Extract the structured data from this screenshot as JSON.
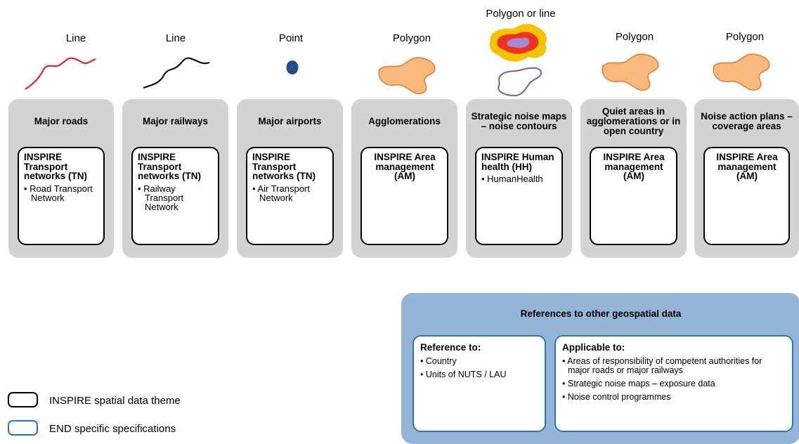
{
  "geometry_labels": {
    "line1": "Line",
    "line2": "Line",
    "point": "Point",
    "polygon1": "Polygon",
    "polygon_or_line": "Polygon or line",
    "polygon2": "Polygon",
    "polygon3": "Polygon"
  },
  "colors": {
    "card_bg": "#d3d3d3",
    "road_line": "#e8202a",
    "railway_line": "#111111",
    "airport_point": "#1f4e8c",
    "polygon_fill": "#fcb97d",
    "polygon_stroke": "#e07a2e",
    "contour_outer": "#f5c400",
    "contour_mid": "#ee3124",
    "contour_inner": "#a28ccf",
    "contour_line": "#7a5aa8",
    "ref_panel": "#94b5d6",
    "end_border": "#2e74b5"
  },
  "cards": [
    {
      "title": "Major roads",
      "theme_title": "INSPIRE Transport networks (TN)",
      "items": [
        "Road Transport Network"
      ]
    },
    {
      "title": "Major railways",
      "theme_title": "INSPIRE Transport networks (TN)",
      "items": [
        "Railway Transport Network"
      ]
    },
    {
      "title": "Major airports",
      "theme_title": "INSPIRE Transport networks (TN)",
      "items": [
        "Air Transport Network"
      ]
    },
    {
      "title": "Agglomerations",
      "theme_title": "INSPIRE Area management (AM)",
      "items": []
    },
    {
      "title": "Strategic noise maps – noise contours",
      "theme_title": "INSPIRE Human health (HH)",
      "items": [
        "HumanHealth"
      ]
    },
    {
      "title": "Quiet areas in agglomerations or in open country",
      "theme_title": "INSPIRE Area management (AM)",
      "items": []
    },
    {
      "title": "Noise action plans – coverage areas",
      "theme_title": "INSPIRE Area management (AM)",
      "items": []
    }
  ],
  "references": {
    "title": "References to other geospatial data",
    "reference_to": {
      "title": "Reference to:",
      "items": [
        "Country",
        "Units of NUTS / LAU"
      ]
    },
    "applicable_to": {
      "title": "Applicable to:",
      "items": [
        "Areas of responsibility of competent authorities for major roads or major railways",
        "Strategic noise maps – exposure data",
        "Noise control programmes"
      ]
    }
  },
  "legend": {
    "inspire": "INSPIRE spatial data theme",
    "end": "END specific specifications"
  }
}
